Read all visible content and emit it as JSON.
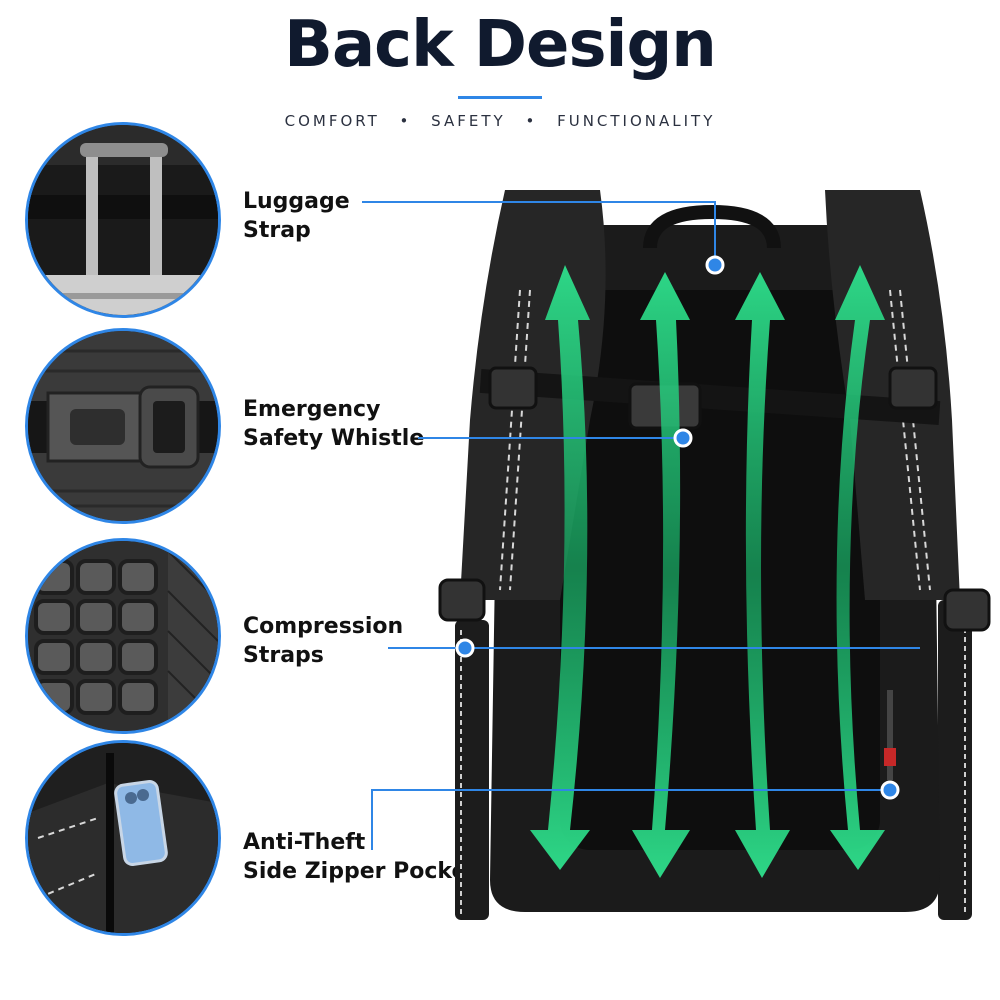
{
  "header": {
    "title": "Back Design",
    "subtitle": [
      "COMFORT",
      "SAFETY",
      "FUNCTIONALITY"
    ],
    "separator": "•"
  },
  "colors": {
    "accent": "#2f86e6",
    "title": "#101a2e",
    "arrow_green": "#1fbf72",
    "bag_black": "#1b1b1b"
  },
  "features": [
    {
      "line1": "Luggage",
      "line2": "Strap",
      "thumb_icon": "luggage-trolley-icon"
    },
    {
      "line1": "Emergency",
      "line2": "Safety Whistle",
      "thumb_icon": "buckle-whistle-icon"
    },
    {
      "line1": "Compression",
      "line2": "Straps",
      "thumb_icon": "padded-back-panel-icon"
    },
    {
      "line1": "Anti-Theft",
      "line2": "Side Zipper Pocket",
      "thumb_icon": "phone-pocket-icon"
    }
  ]
}
